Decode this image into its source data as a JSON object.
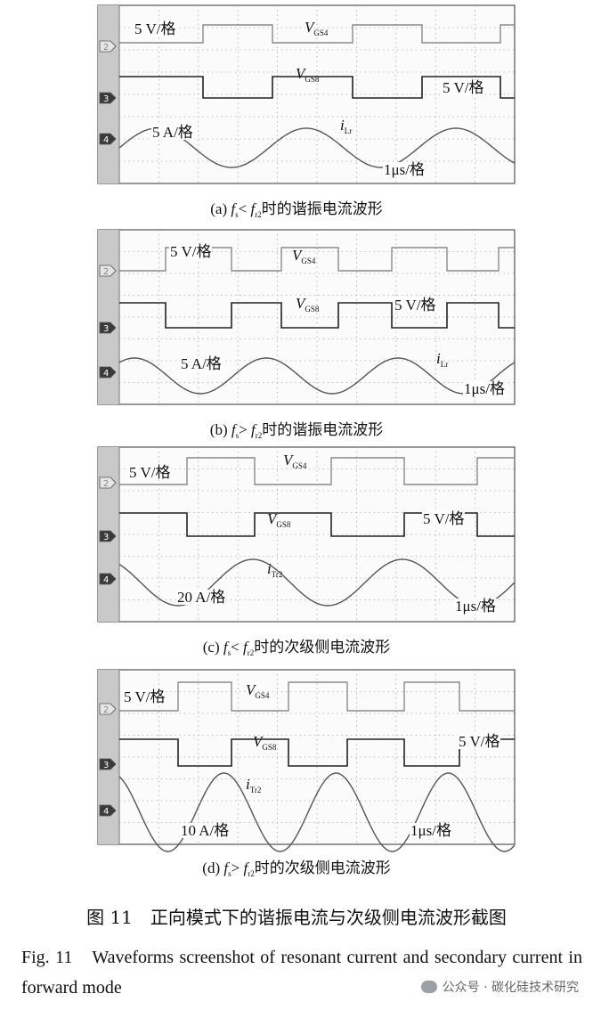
{
  "panels": [
    {
      "id": "a",
      "scale_top": "5 V/格",
      "scale_mid": "5 V/格",
      "scale_bot": "5 A/格",
      "timebase": "1μs/格",
      "v_top": "V",
      "v_top_sub": "GS4",
      "v_mid": "V",
      "v_mid_sub": "GS8",
      "i_sym": "i",
      "i_sub": "Lr",
      "caption_prefix": "(a)",
      "caption_cond": "< ",
      "caption_fs": "f",
      "caption_fs_sub": "s",
      "caption_fr": "f",
      "caption_fr_sub": "r2",
      "caption_tail": "时的谐振电流波形"
    },
    {
      "id": "b",
      "scale_top": "5 V/格",
      "scale_mid": "5 V/格",
      "scale_bot": "5 A/格",
      "timebase": "1μs/格",
      "v_top": "V",
      "v_top_sub": "GS4",
      "v_mid": "V",
      "v_mid_sub": "GS8",
      "i_sym": "i",
      "i_sub": "Lr",
      "caption_prefix": "(b)",
      "caption_cond": "> ",
      "caption_fs": "f",
      "caption_fs_sub": "s",
      "caption_fr": "f",
      "caption_fr_sub": "r2",
      "caption_tail": "时的谐振电流波形"
    },
    {
      "id": "c",
      "scale_top": "5 V/格",
      "scale_mid": "5 V/格",
      "scale_bot": "20 A/格",
      "timebase": "1μs/格",
      "v_top": "V",
      "v_top_sub": "GS4",
      "v_mid": "V",
      "v_mid_sub": "GS8",
      "i_sym": "i",
      "i_sub": "Tr2",
      "caption_prefix": "(c)",
      "caption_cond": "< ",
      "caption_fs": "f",
      "caption_fs_sub": "s",
      "caption_fr": "f",
      "caption_fr_sub": "r2",
      "caption_tail": "时的次级侧电流波形"
    },
    {
      "id": "d",
      "scale_top": "5 V/格",
      "scale_mid": "5 V/格",
      "scale_bot": "10 A/格",
      "timebase": "1μs/格",
      "v_top": "V",
      "v_top_sub": "GS4",
      "v_mid": "V",
      "v_mid_sub": "GS8",
      "i_sym": "i",
      "i_sub": "Tr2",
      "caption_prefix": "(d)",
      "caption_cond": "> ",
      "caption_fs": "f",
      "caption_fs_sub": "s",
      "caption_fr": "f",
      "caption_fr_sub": "r2",
      "caption_tail": "时的次级侧电流波形"
    }
  ],
  "channel_markers": [
    "2",
    "3",
    "4"
  ],
  "figure_caption_cn": "图 11　正向模式下的谐振电流与次级侧电流波形截图",
  "figure_caption_en_num": "Fig. 11",
  "figure_caption_en": "Waveforms screenshot of resonant current and secondary current in forward mode",
  "watermark": "公众号 · 碳化硅技术研究"
}
